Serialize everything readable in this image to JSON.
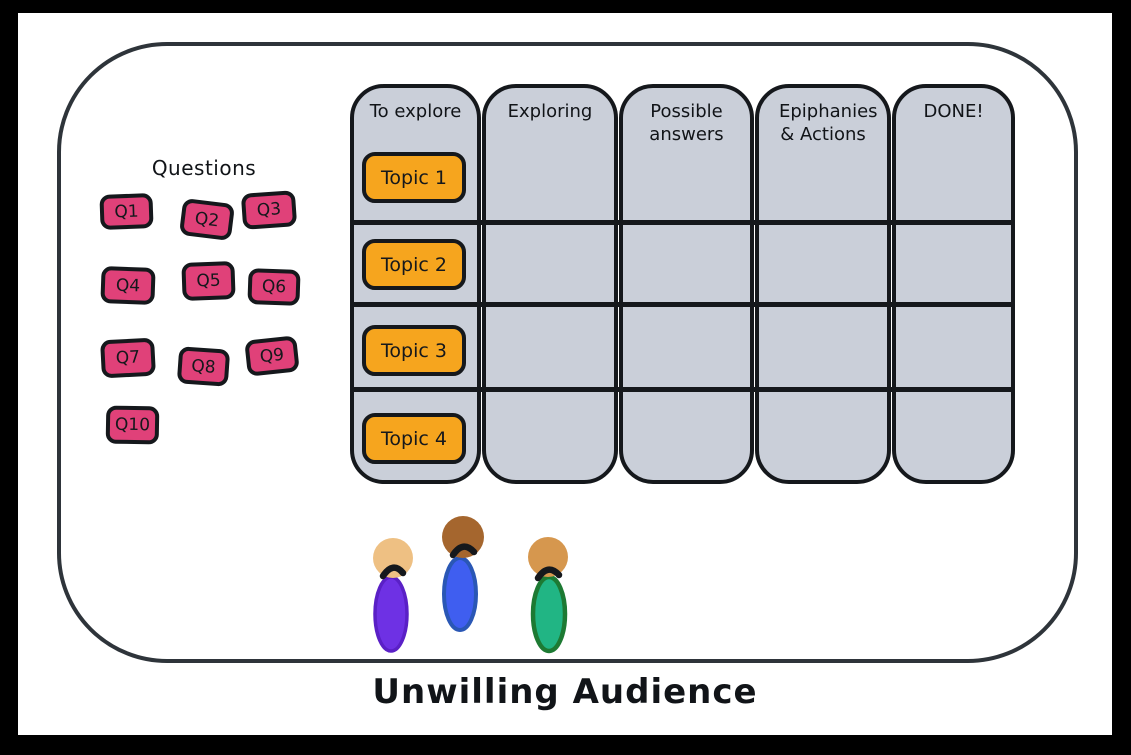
{
  "canvas": {
    "title": "Unwilling Audience"
  },
  "questions": {
    "heading": "Questions",
    "cards": [
      {
        "label": "Q1"
      },
      {
        "label": "Q2"
      },
      {
        "label": "Q3"
      },
      {
        "label": "Q4"
      },
      {
        "label": "Q5"
      },
      {
        "label": "Q6"
      },
      {
        "label": "Q7"
      },
      {
        "label": "Q8"
      },
      {
        "label": "Q9"
      },
      {
        "label": "Q10"
      }
    ]
  },
  "board": {
    "columns": [
      {
        "label": "To explore"
      },
      {
        "label": "Exploring"
      },
      {
        "label": "Possible answers"
      },
      {
        "label": "Epiphanies & Actions"
      },
      {
        "label": "DONE!"
      }
    ],
    "rows": 4,
    "topics": [
      {
        "label": "Topic 1"
      },
      {
        "label": "Topic 2"
      },
      {
        "label": "Topic 3"
      },
      {
        "label": "Topic 4"
      }
    ]
  },
  "people": [
    {
      "label": "audience member 1",
      "head_color": "#eec083",
      "body_color": "#6e31e4",
      "body_outline": "#5a20c6"
    },
    {
      "label": "audience member 2",
      "head_color": "#a5662e",
      "body_color": "#3f5ef0",
      "body_outline": "#2a57b5"
    },
    {
      "label": "audience member 3",
      "head_color": "#d6974e",
      "body_color": "#21b584",
      "body_outline": "#1d7a33"
    }
  ],
  "colors": {
    "frame": "#000000",
    "canvas_background": "#ffffff",
    "container_border": "#2e343a",
    "column_fill": "#cacfd9",
    "outline_black": "#15181c",
    "question_card_fill": "#e04179",
    "topic_card_fill": "#f6a51e"
  }
}
